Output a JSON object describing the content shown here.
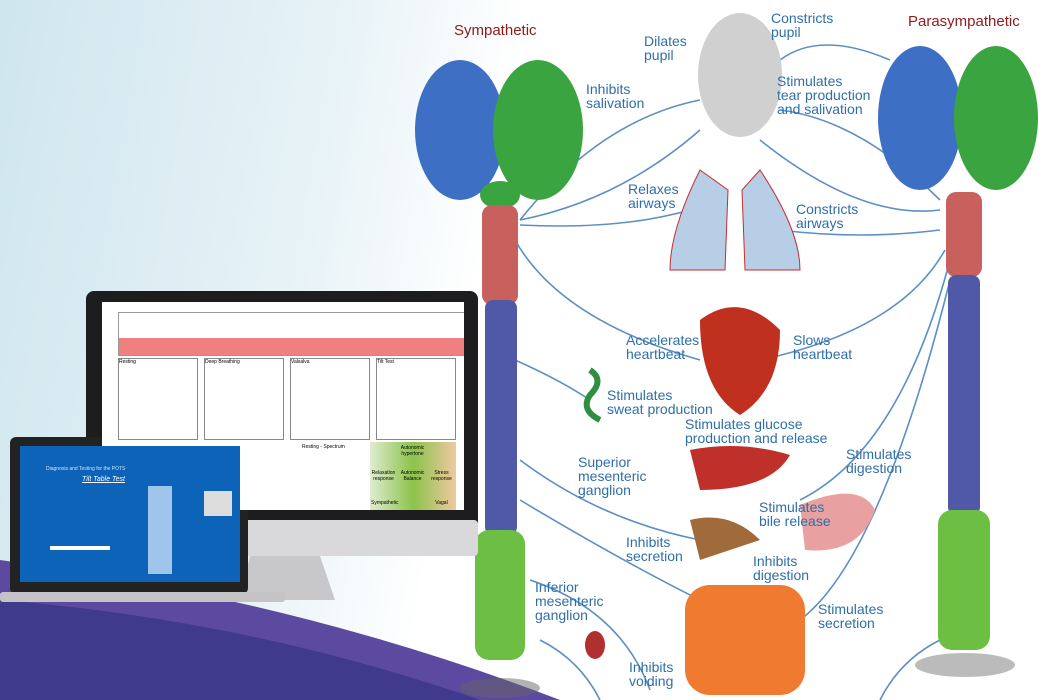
{
  "headings": {
    "sympathetic": "Sympathetic",
    "parasympathetic": "Parasympathetic"
  },
  "labels": {
    "dilates_pupil": "Dilates\npupil",
    "constricts_pupil": "Constricts\npupil",
    "inhibits_salivation": "Inhibits\nsalivation",
    "stimulates_tear": "Stimulates\ntear production\nand salivation",
    "relaxes_airways": "Relaxes\nairways",
    "constricts_airways": "Constricts\nairways",
    "accelerates_heartbeat": "Accelerates\nheartbeat",
    "slows_heartbeat": "Slows\nheartbeat",
    "sweat": "Stimulates\nsweat production",
    "glucose": "Stimulates glucose\nproduction and release",
    "digestion": "Stimulates\ndigestion",
    "superior_ganglion": "Superior\nmesenteric\nganglion",
    "bile": "Stimulates\nbile release",
    "inhibits_secretion": "Inhibits\nsecretion",
    "inhibits_digestion": "Inhibits\ndigestion",
    "inferior_ganglion": "Inferior\nmesenteric\nganglion",
    "stimulates_secretion": "Stimulates\nsecretion",
    "inhibits_voiding": "Inhibits\nvoiding"
  },
  "laptop": {
    "subtitle": "Diagnosis and Testing for the POTS",
    "test_title": "Tilt Table Test"
  },
  "monitor": {
    "panels": [
      "Resting",
      "Deep Breathing",
      "Valsalva",
      "Tilt Test"
    ],
    "spectrum": "Resting - Spectrum",
    "zones": [
      "Autonomic hypertone",
      "Relaxation response",
      "Autonomic Balance",
      "Stress response",
      "Sympathetic",
      "Vagal"
    ]
  },
  "colors": {
    "label": "#2f6fa8",
    "heading": "#8e1a1a",
    "brain_left": "#3d6fc4",
    "brain_right": "#3aa540",
    "cervical": "#c8605e",
    "thoracic": "#5059a8",
    "lumbar": "#6cbf43"
  }
}
